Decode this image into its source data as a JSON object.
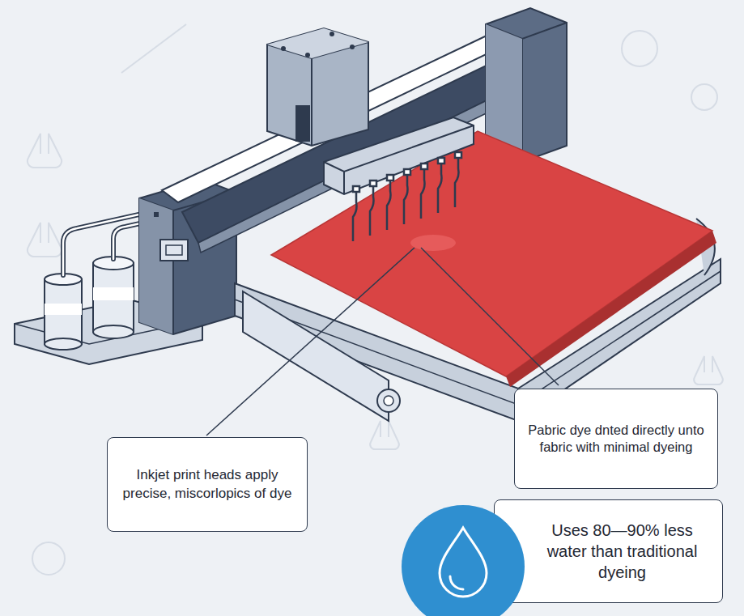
{
  "diagram": {
    "nodes": [
      {
        "text": [
          "Inkjet print heads apply precise, miscorlopics of dye"
        ]
      },
      {
        "text": [
          "Pabric dye dnted directly unto fabric with minimal dyeing"
        ]
      },
      {
        "text": [
          "Uses 80—90% less water than traditional dyeing"
        ]
      }
    ]
  }
}
